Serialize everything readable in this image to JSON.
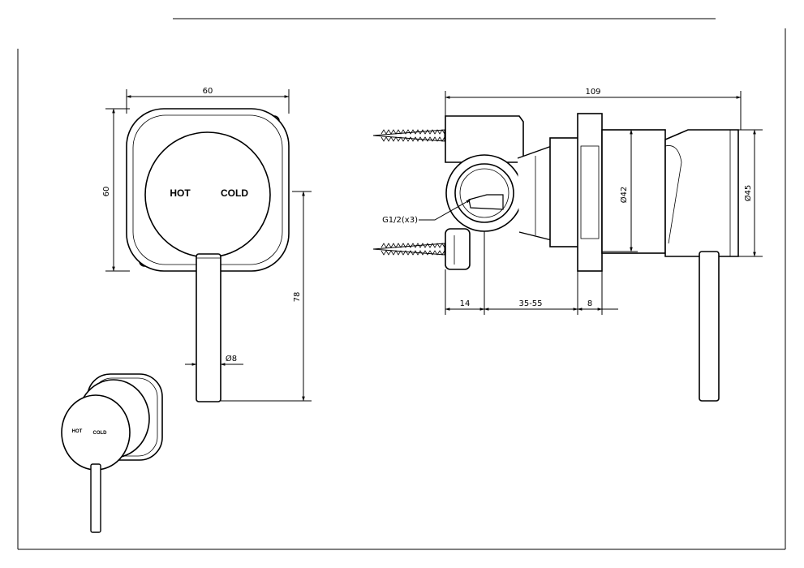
{
  "front_view": {
    "width_dim": "60",
    "height_dim": "60",
    "hot_label": "HOT",
    "cold_label": "COLD",
    "lever_length_dim": "78",
    "lever_diameter_dim": "Ø8"
  },
  "side_view": {
    "total_length_dim": "109",
    "flange_diameter_dim": "Ø42",
    "body_diameter_dim": "Ø45",
    "inlet_label": "G1/2(x3)",
    "dim_a": "14",
    "dim_b": "35-55",
    "dim_c": "8"
  },
  "perspective_view": {
    "hot_label": "HOT",
    "cold_label": "COLD"
  }
}
